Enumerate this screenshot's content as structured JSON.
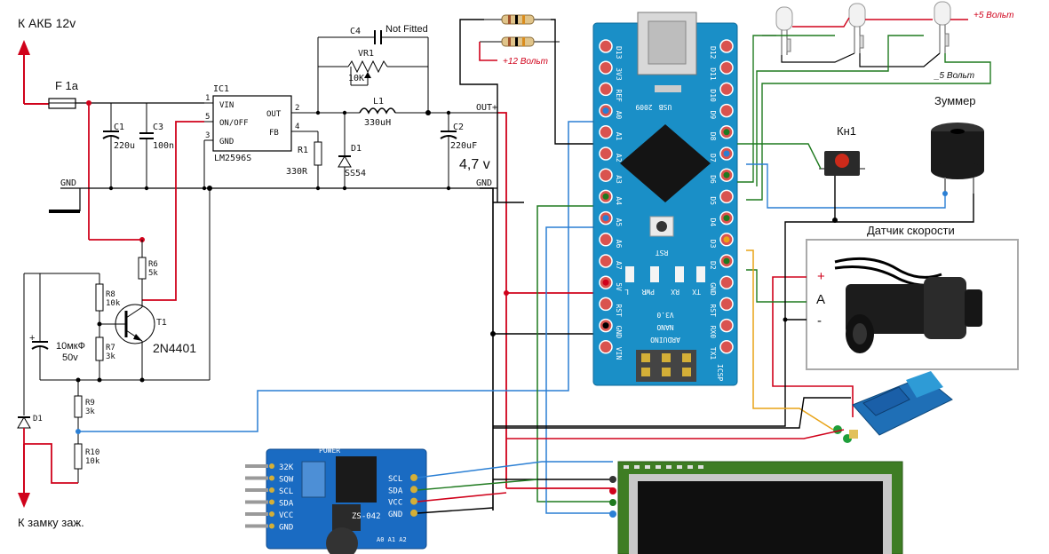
{
  "labels": {
    "battery": "К АКБ 12v",
    "ignition": "К замку заж.",
    "fuse": "F 1a",
    "ic1_ref": "IC1",
    "ic1_part": "LM2596S",
    "ic1_vin": "VIN",
    "ic1_onoff": "ON/OFF",
    "ic1_gnd": "GND",
    "ic1_out": "OUT",
    "ic1_fb": "FB",
    "ic1_pin1": "1",
    "ic1_pin5": "5",
    "ic1_pin3": "3",
    "ic1_pin2": "2",
    "ic1_pin4": "4",
    "c1": "C1",
    "c1_val": "220u",
    "c3": "C3",
    "c3_val": "100n",
    "c4": "C4",
    "not_fitted": "Not Fitted",
    "vr1": "VR1",
    "vr1_val": "10K",
    "l1": "L1",
    "l1_val": "330uH",
    "r1": "R1",
    "r1_val": "330R",
    "d1_top": "D1",
    "d1_top_val": "SS54",
    "c2": "C2",
    "c2_val": "220uF",
    "vout": "4,7 v",
    "gnd_left": "GND",
    "out_plus": "OUT+",
    "gnd_right": "GND",
    "r6": "R6",
    "r6_val": "5k",
    "r8": "R8",
    "r8_val": "10k",
    "r7": "R7",
    "r7_val": "3k",
    "r9": "R9",
    "r9_val": "3k",
    "r10": "R10",
    "r10_val": "10k",
    "t1": "T1",
    "t1_part": "2N4401",
    "cap_val": "10мкФ",
    "cap_v": "50v",
    "d1_left": "D1",
    "plus12": "+12 Вольт",
    "plus5": "+5 Вольт",
    "minus5": "_5 Вольт",
    "buzzer": "Зуммер",
    "button": "Кн1",
    "speed_sensor": "Датчик скорости",
    "sensor_plus": "+",
    "sensor_a": "A",
    "sensor_minus": "-",
    "rtc_power": "POWER",
    "rtc_model": "ZS-042",
    "rtc_left_pins": [
      "32K",
      "SQW",
      "SCL",
      "SDA",
      "VCC",
      "GND"
    ],
    "rtc_right_pins": [
      "SCL",
      "SDA",
      "VCC",
      "GND"
    ],
    "rtc_addr": "A0 A1 A2"
  },
  "arduino": {
    "model": "ARDUINO",
    "nano": "NANO",
    "version": "V3.0",
    "rst": "RST",
    "year": "2009",
    "usb": "USB",
    "left_pins": [
      "D13",
      "3V3",
      "REF",
      "A0",
      "A1",
      "A2",
      "A3",
      "A4",
      "A5",
      "A6",
      "A7",
      "5V",
      "RST",
      "GND",
      "VIN"
    ],
    "right_pins": [
      "D12",
      "D11",
      "D10",
      "D9",
      "D8",
      "D7",
      "D6",
      "D5",
      "D4",
      "D3",
      "D2",
      "GND",
      "RST",
      "RX0",
      "TX1"
    ],
    "leds": [
      "L",
      "PWR",
      "RX",
      "TX"
    ],
    "icsp": "ICSP"
  },
  "colors": {
    "board": "#1a8fc7",
    "red": "#d0021b",
    "blue": "#2a7fd4",
    "green": "#1f7a1f",
    "orange": "#e8a317",
    "black": "#000000",
    "lcd_green": "#3e7d24"
  }
}
